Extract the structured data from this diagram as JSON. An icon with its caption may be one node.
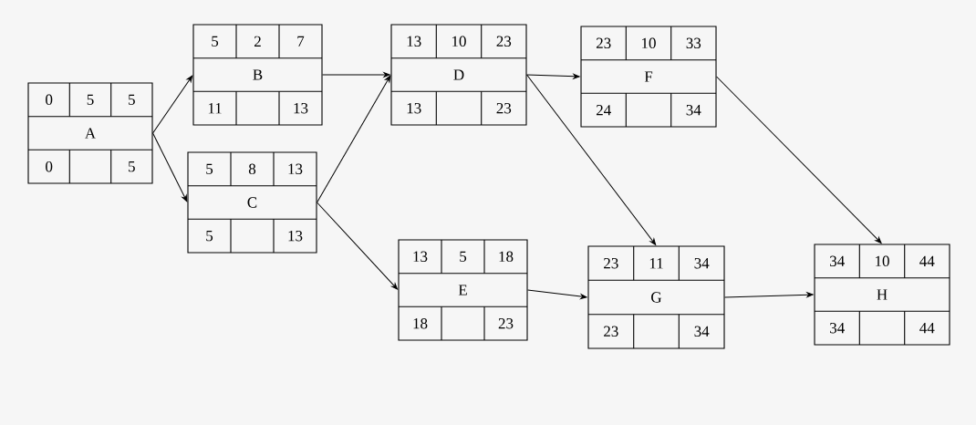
{
  "diagram": {
    "nodes": [
      {
        "text": [
          "0",
          "5",
          "5",
          "A",
          "0",
          "5"
        ]
      },
      {
        "text": [
          "5",
          "2",
          "7",
          "B",
          "11",
          "13"
        ]
      },
      {
        "text": [
          "5",
          "8",
          "13",
          "C",
          "5",
          "13"
        ]
      },
      {
        "text": [
          "13",
          "10",
          "23",
          "D",
          "13",
          "23"
        ]
      },
      {
        "text": [
          "13",
          "5",
          "18",
          "E",
          "18",
          "23"
        ]
      },
      {
        "text": [
          "23",
          "10",
          "33",
          "F",
          "24",
          "34"
        ]
      },
      {
        "text": [
          "23",
          "11",
          "34",
          "G",
          "23",
          "34"
        ]
      },
      {
        "text": [
          "34",
          "10",
          "44",
          "H",
          "34",
          "44"
        ]
      }
    ],
    "edges": [
      {
        "from": 0,
        "to": 1,
        "arrow": "to"
      },
      {
        "from": 0,
        "to": 2,
        "arrow": "to"
      },
      {
        "from": 1,
        "to": 3,
        "arrow": "to"
      },
      {
        "from": 2,
        "to": 3,
        "arrow": "to"
      },
      {
        "from": 2,
        "to": 4,
        "arrow": "to"
      },
      {
        "from": 3,
        "to": 5,
        "arrow": "to"
      },
      {
        "from": 3,
        "to": 6,
        "arrow": "to"
      },
      {
        "from": 4,
        "to": 6,
        "arrow": "to"
      },
      {
        "from": 5,
        "to": 7,
        "arrow": "to"
      },
      {
        "from": 6,
        "to": 7,
        "arrow": "to"
      }
    ]
  }
}
